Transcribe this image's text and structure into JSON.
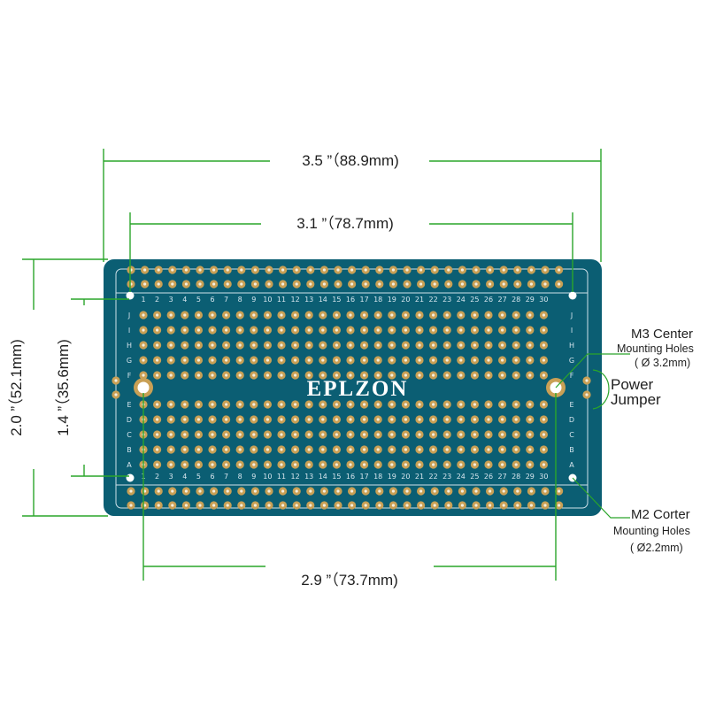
{
  "dimensions": {
    "overall_width": "3.5 ”（88.9mm)",
    "rail_hole_span": "3.1 ”（78.7mm)",
    "center_hole_span": "2.9 ”（73.7mm)",
    "overall_height": "2.0 ”（52.1mm)",
    "rail_hole_height": "1.4 ”（35.6mm)"
  },
  "board": {
    "brand": "EPLZON",
    "board_color": "#0b5e73",
    "pad_color": "#c9a055",
    "dimension_line_color": "#2aa52a",
    "column_numbers": [
      "1",
      "2",
      "3",
      "4",
      "5",
      "6",
      "7",
      "8",
      "9",
      "10",
      "11",
      "12",
      "13",
      "14",
      "15",
      "16",
      "17",
      "18",
      "19",
      "20",
      "21",
      "22",
      "23",
      "24",
      "25",
      "26",
      "27",
      "28",
      "29",
      "30"
    ],
    "row_letters_top": [
      "J",
      "I",
      "H",
      "G",
      "F"
    ],
    "row_letters_bottom": [
      "E",
      "D",
      "C",
      "B",
      "A"
    ]
  },
  "callouts": {
    "m3_title": "M3 Center",
    "m3_sub": "Mounting Holes",
    "m3_size": "( Ø 3.2mm)",
    "power_jumper_line1": "Power",
    "power_jumper_line2": "Jumper",
    "m2_title": "M2 Corter",
    "m2_sub": "Mounting Holes",
    "m2_size": "( Ø2.2mm)"
  }
}
